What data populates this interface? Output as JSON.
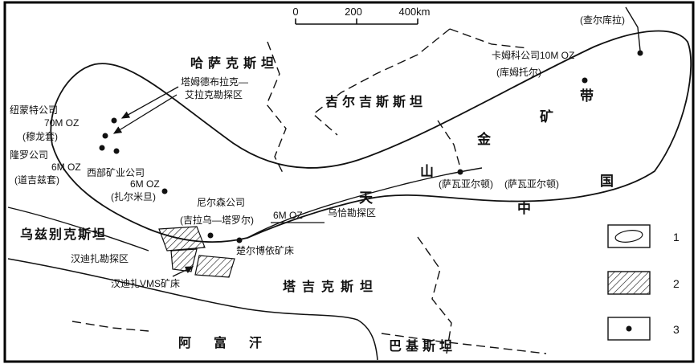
{
  "scalebar": {
    "zero": "0",
    "two_hundred": "200",
    "four_hundred": "400km"
  },
  "countries": {
    "kazakhstan": "哈萨克斯坦",
    "kyrgyzstan": "吉尔吉斯斯坦",
    "uzbekistan": "乌兹别克斯坦",
    "tajikistan": "塔吉克斯坦",
    "afghanistan": "阿富汗",
    "pakistan": "巴基斯坦"
  },
  "belt_chars": {
    "tian": "天",
    "shan": "山",
    "jin": "金",
    "kuang": "矿",
    "dai": "带",
    "zhong": "中",
    "guo": "国"
  },
  "sites": {
    "newmont_company": "纽蒙特公司",
    "newmont_oz": "70M OZ",
    "newmont_deposit": "(穆龙套)",
    "lonrho_company": "隆罗公司",
    "lonrho_oz": "6M OZ",
    "lonrho_deposit": "(道吉兹套)",
    "western_company": "西部矿业公司",
    "western_oz": "6M OZ",
    "western_deposit": "(扎尔米旦)",
    "nelson_company": "尼尔森公司",
    "nelson_deposit": "(吉拉乌—塔罗尔)",
    "tamde_line1": "塔姆德布拉克—",
    "tamde_line2": "艾拉克勘探区",
    "ucha_oz": "6M OZ",
    "ucha_area": "乌恰勘探区",
    "cameco": "卡姆科公司10M OZ",
    "kumtor": "(库姆托尔)",
    "savayardun_west": "(萨瓦亚尔顿)",
    "savayardun_east": "(萨瓦亚尔顿)",
    "charkula": "(查尔库拉)",
    "handiza_area": "汉迪扎勘探区",
    "handiza_vms": "汉迪扎VMS矿床",
    "chur_deposit": "楚尔博依矿床"
  },
  "legend": {
    "one": "1",
    "two": "2",
    "three": "3"
  },
  "colors": {
    "ink": "#111111",
    "paper": "#ffffff"
  }
}
